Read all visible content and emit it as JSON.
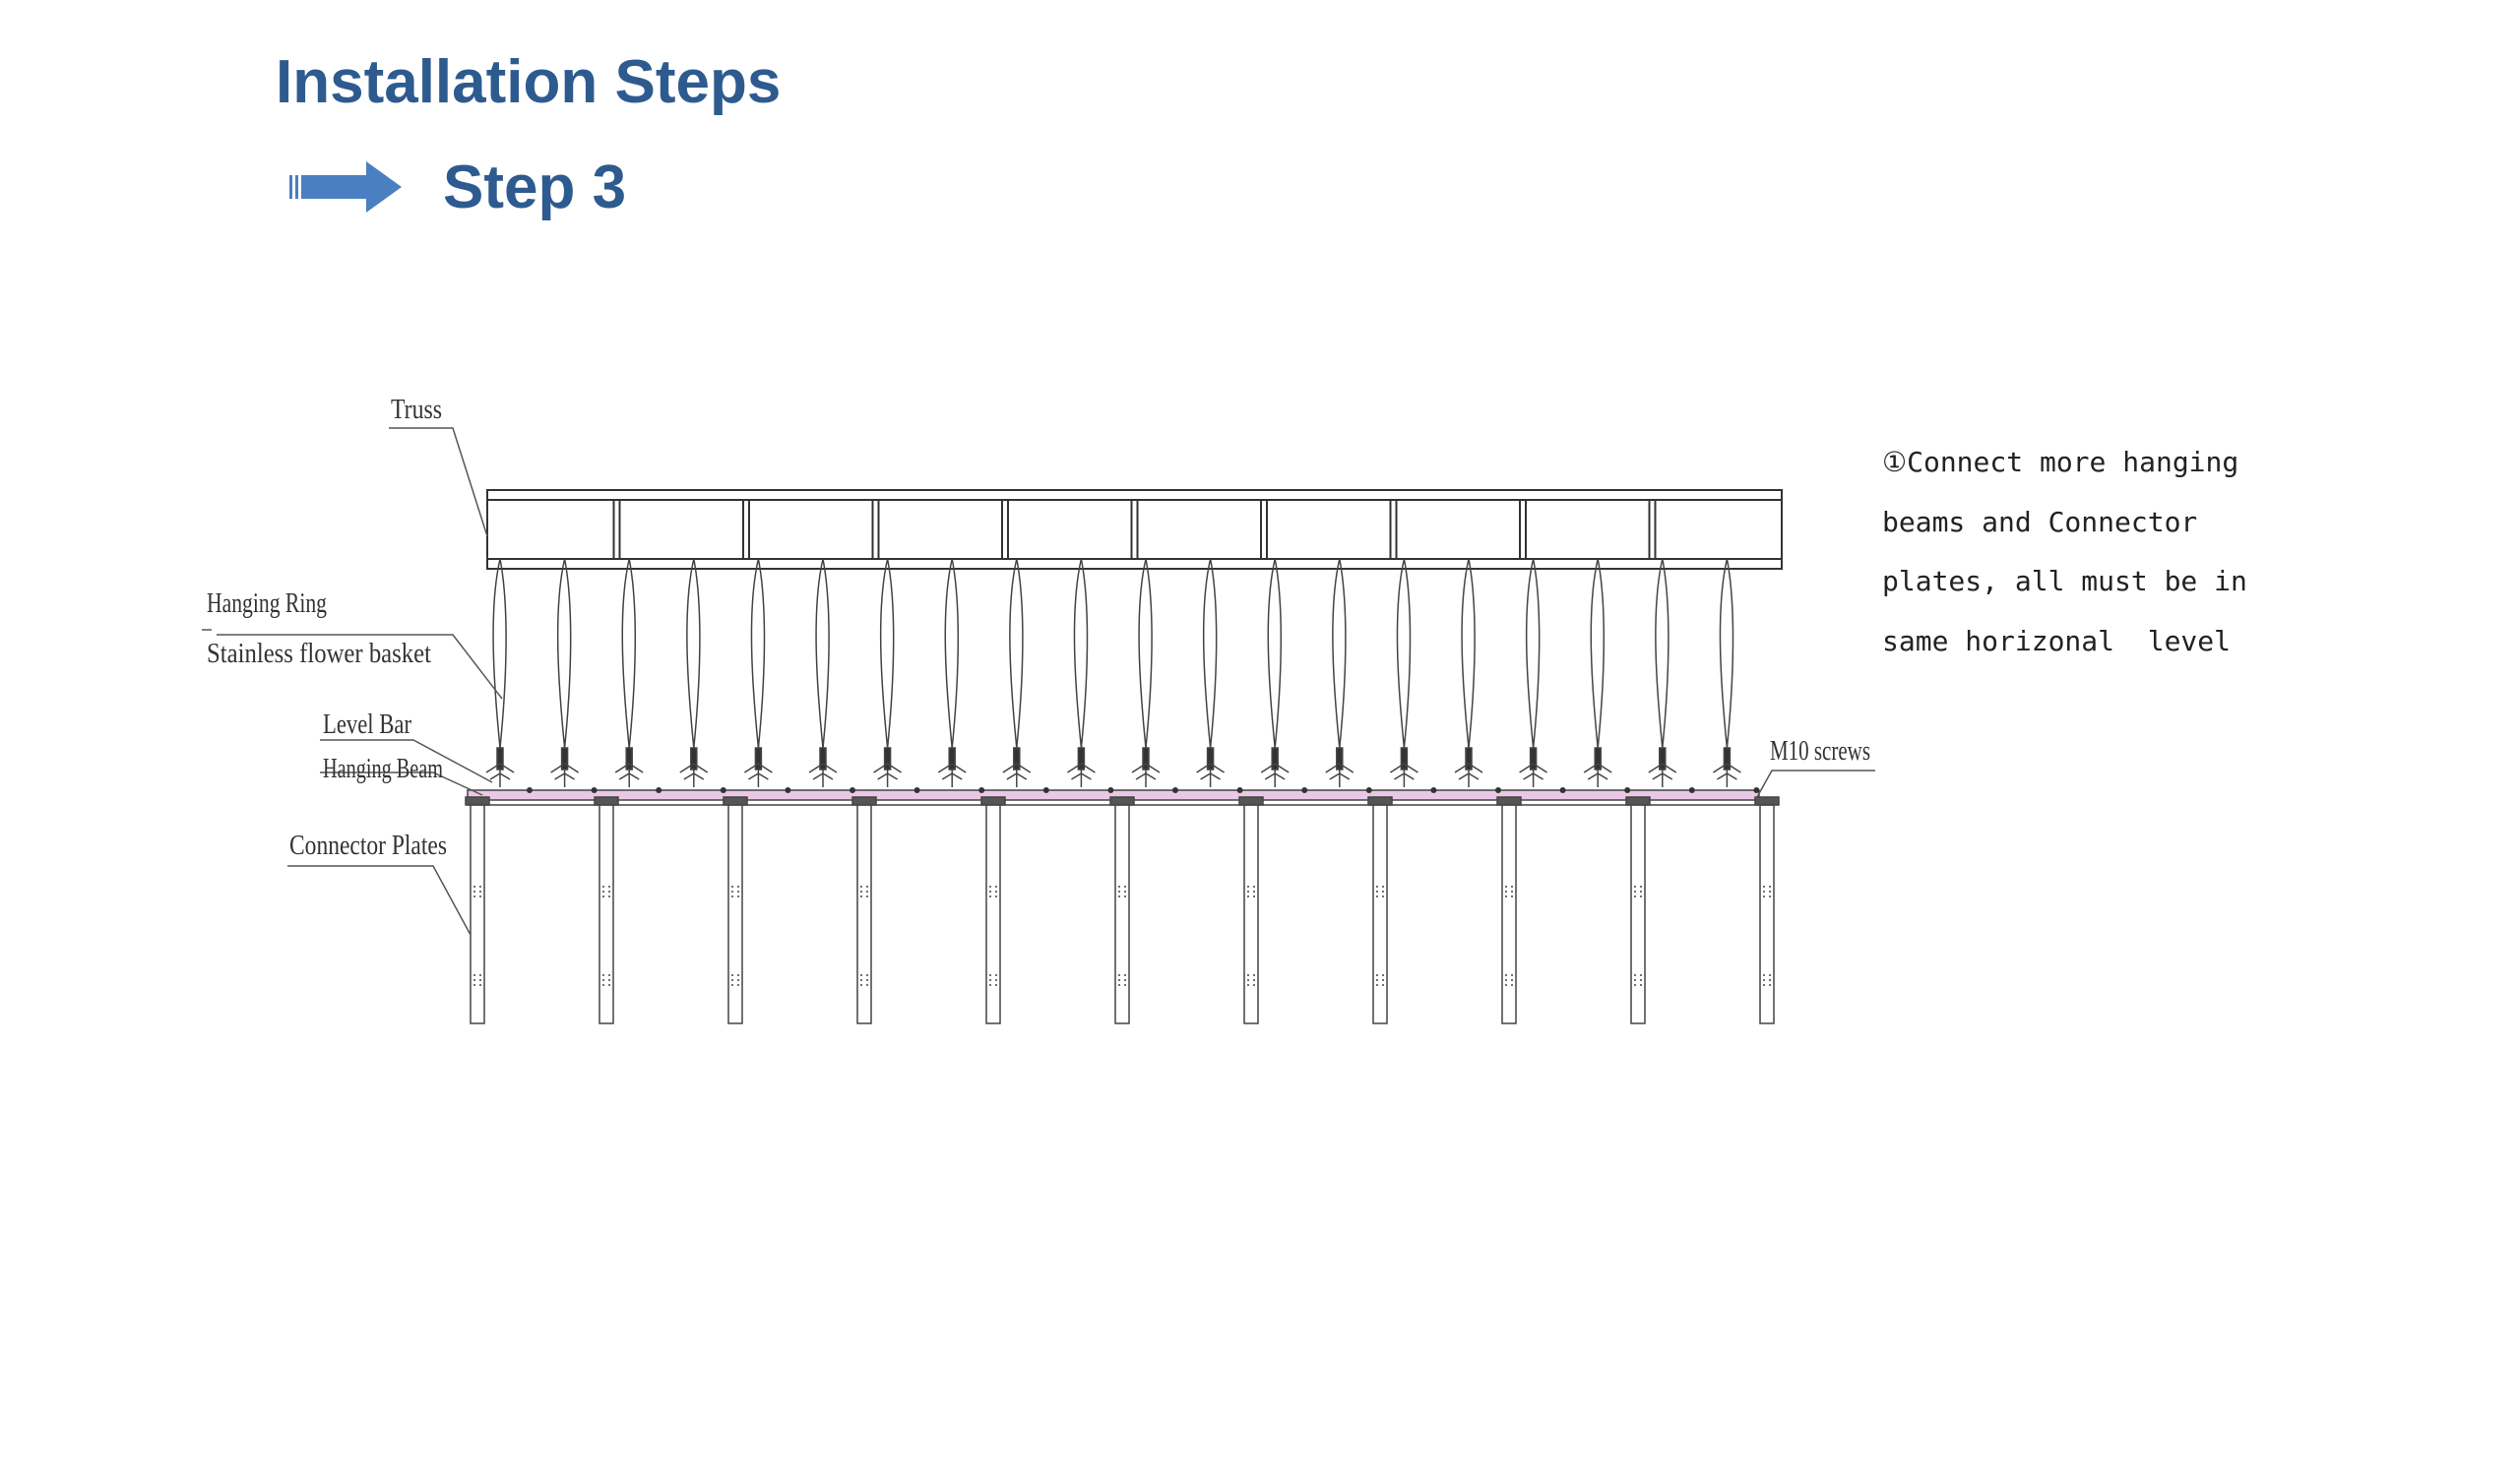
{
  "page": {
    "title": "Installation Steps",
    "step_label": "Step 3"
  },
  "icons": {
    "step_arrow": "arrow-right-icon",
    "arrow_color": "#4a7fc1"
  },
  "colors": {
    "heading": "#2e5b8f",
    "hanging_beam": "#e9c8e6"
  },
  "diagram": {
    "labels": {
      "truss": "Truss",
      "hanging_ring": "Hanging Ring",
      "flower_basket": "Stainless flower basket",
      "level_bar": "Level Bar",
      "hanging_beam": "Hanging Beam",
      "connector_plates": "Connector Plates",
      "screws": "M10 screws"
    },
    "truss_bays": 10,
    "hangers": 20,
    "posts": 11
  },
  "instructions": {
    "lines": [
      "①Connect more hanging",
      "beams and Connector",
      "plates, all must be in",
      "same horizonal  level"
    ]
  }
}
